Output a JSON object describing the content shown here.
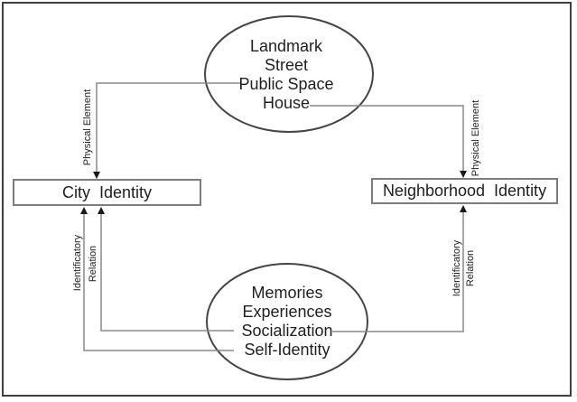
{
  "colors": {
    "frame": "#3f3f3f",
    "line": "#8a8a8a",
    "ellipse": "#454545",
    "box_border": "#7d7d7d",
    "arrow": "#1a1a1a",
    "text": "#1f1f1f"
  },
  "top_ellipse": {
    "lines": [
      "Landmark",
      "Street",
      "Public Space",
      "House"
    ]
  },
  "bottom_ellipse": {
    "lines": [
      "Memories",
      "Experiences",
      "Socialization",
      "Self-Identity"
    ]
  },
  "boxes": {
    "left": "City  Identity",
    "right": "Neighborhood  Identity"
  },
  "edge_labels": {
    "physical_element_left": "Physical Element",
    "physical_element_right": "Physical Element",
    "identificatory_left": "Identificatory",
    "relation_left": "Relation",
    "identificatory_right": "Identificatory",
    "relation_right": "Relation"
  }
}
